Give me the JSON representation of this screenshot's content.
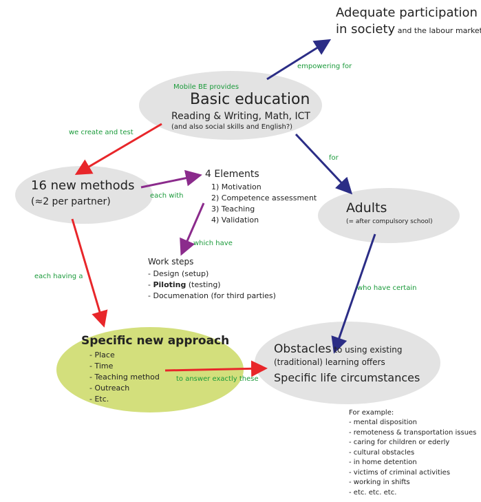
{
  "top": {
    "line1": "Adequate participation",
    "line2a": "in society",
    "line2b": " and the labour market"
  },
  "basic": {
    "pre": "Mobile BE provides",
    "title": "Basic education",
    "sub": "Reading & Writing, Math, ICT",
    "note": "(and also social skills and English?)"
  },
  "methods": {
    "title": "16 new methods",
    "sub": "(≈2 per partner)"
  },
  "elements": {
    "title": "4 Elements",
    "items": [
      "1) Motivation",
      "2) Competence assessment",
      "3) Teaching",
      "4) Validation"
    ]
  },
  "worksteps": {
    "title": "Work steps",
    "items": [
      {
        "pre": "- ",
        "bold": "",
        "text": "Design (setup)"
      },
      {
        "pre": "- ",
        "bold": "Piloting",
        "text": " (testing)"
      },
      {
        "pre": "- ",
        "bold": "",
        "text": "Documenation (for third parties)"
      }
    ]
  },
  "adults": {
    "title": "Adults",
    "sub": "(= after compulsory school)"
  },
  "approach": {
    "title": "Specific new approach",
    "items": [
      "- Place",
      "- Time",
      "- Teaching method",
      "- Outreach",
      "- Etc."
    ]
  },
  "obstacles": {
    "title": "Obstacles",
    "title_rest": " to using existing",
    "line2": "(traditional) learning offers",
    "line3": "Specific life circumstances"
  },
  "examples": {
    "title": "For example:",
    "items": [
      "- mental disposition",
      "- remoteness & transportation issues",
      "- caring for children or ederly",
      "- cultural obstacles",
      "- in home detention",
      "- victims of criminal activities",
      "- working in shifts",
      "- etc. etc. etc."
    ]
  },
  "edges": {
    "empowering": "empowering for",
    "create_test": "we create and test",
    "for": "for",
    "each_with": "each with",
    "which_have": "which have",
    "each_having": "each having a",
    "who_have": "who have certain",
    "answer": "to answer exactly these"
  },
  "colors": {
    "blue": "#2b2d86",
    "red": "#e8262a",
    "purple": "#8b2b8c",
    "green_fill": "#d3df7c",
    "grey_fill": "#e3e3e3",
    "label_green": "#1a9a3a"
  }
}
